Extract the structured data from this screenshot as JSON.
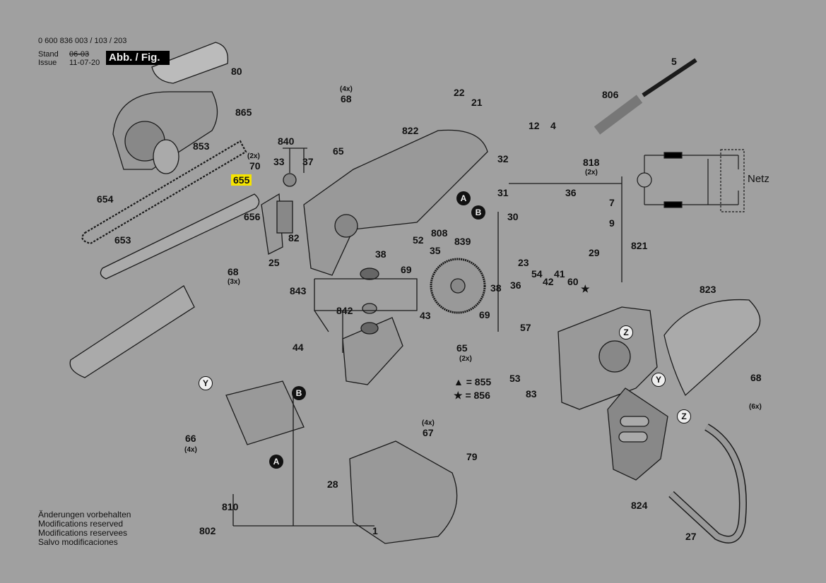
{
  "header": {
    "part_number": "0 600 836 003 / 103 / 203",
    "stand_label": "Stand",
    "issue_label": "Issue",
    "stand_date": "06-03",
    "issue_date": "11-07-20",
    "fig_label": "Abb. / Fig. 1"
  },
  "callouts": [
    "80",
    "865",
    "853",
    "654",
    "(2x)",
    "70",
    "655",
    "656",
    "653",
    "68",
    "(3x)",
    "25",
    "82",
    "840",
    "33",
    "37",
    "(4x)",
    "68",
    "65",
    "822",
    "22",
    "21",
    "12",
    "4",
    "806",
    "5",
    "818",
    "(2x)",
    "32",
    "31",
    "36",
    "7",
    "9",
    "30",
    "29",
    "23",
    "821",
    "808",
    "52",
    "35",
    "839",
    "38",
    "69",
    "843",
    "842",
    "43",
    "44",
    "38",
    "36",
    "69",
    "54",
    "41",
    "60",
    "42",
    "57",
    "65",
    "(2x)",
    "53",
    "83",
    "823",
    "68",
    "(6x)",
    "66",
    "(4x)",
    "810",
    "802",
    "1",
    "28",
    "(4x)",
    "67",
    "79",
    "824",
    "27",
    "★"
  ],
  "markers": [
    "A",
    "B",
    "A",
    "B",
    "Z",
    "Z",
    "Y",
    "Y"
  ],
  "legend": [
    "▲ = 855",
    "★ = 856"
  ],
  "schematic": {
    "mains_label": "Netz"
  },
  "highlight_color": "#f5e400",
  "footer": [
    "Änderungen vorbehalten",
    "Modifications reserved",
    "Modifications reservees",
    "Salvo modificaciones"
  ]
}
